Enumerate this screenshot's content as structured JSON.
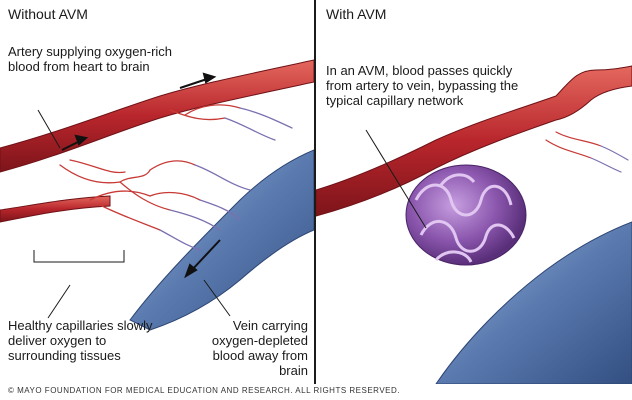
{
  "left": {
    "title": "Without AVM",
    "artery_label": "Artery supplying oxygen-rich blood from heart to brain",
    "capillaries_label": "Healthy capillaries slowly deliver oxygen to surrounding tissues",
    "vein_label": "Vein carrying oxygen-depleted blood away from brain"
  },
  "right": {
    "title": "With AVM",
    "avm_label": "In an AVM, blood passes quickly from artery to vein, bypassing the typical capillary network"
  },
  "copyright": "© MAYO FOUNDATION FOR MEDICAL EDUCATION AND RESEARCH. ALL RIGHTS RESERVED.",
  "colors": {
    "artery": "#b8262c",
    "artery_light": "#de5a50",
    "vein": "#4f6fa6",
    "vein_light": "#8fa9d4",
    "avm_tangle": "#7a4a9a",
    "divider": "#1b1b1b"
  }
}
